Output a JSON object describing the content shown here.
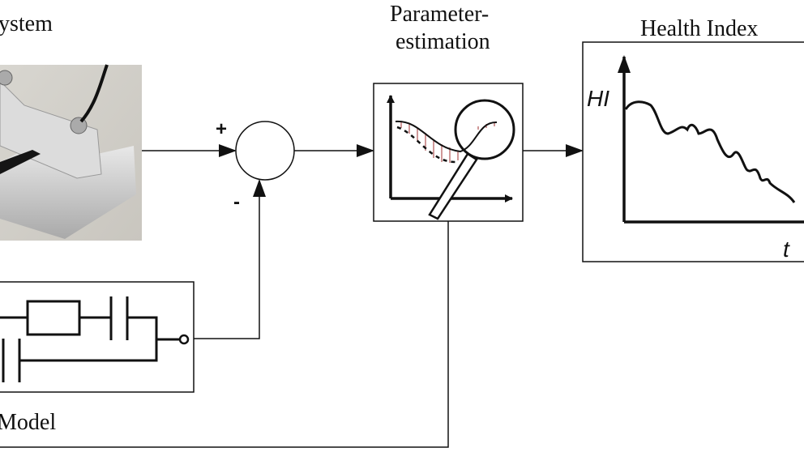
{
  "labels": {
    "system": "ystem",
    "model": "Model",
    "parameter_estimation_line1": "Parameter-",
    "parameter_estimation_line2": "estimation",
    "health_index": "Health Index",
    "hi_axis": "HI",
    "t_axis": "t",
    "plus": "+",
    "minus": "-"
  },
  "colors": {
    "line": "#111111",
    "residual_hatch": "#a03030"
  }
}
